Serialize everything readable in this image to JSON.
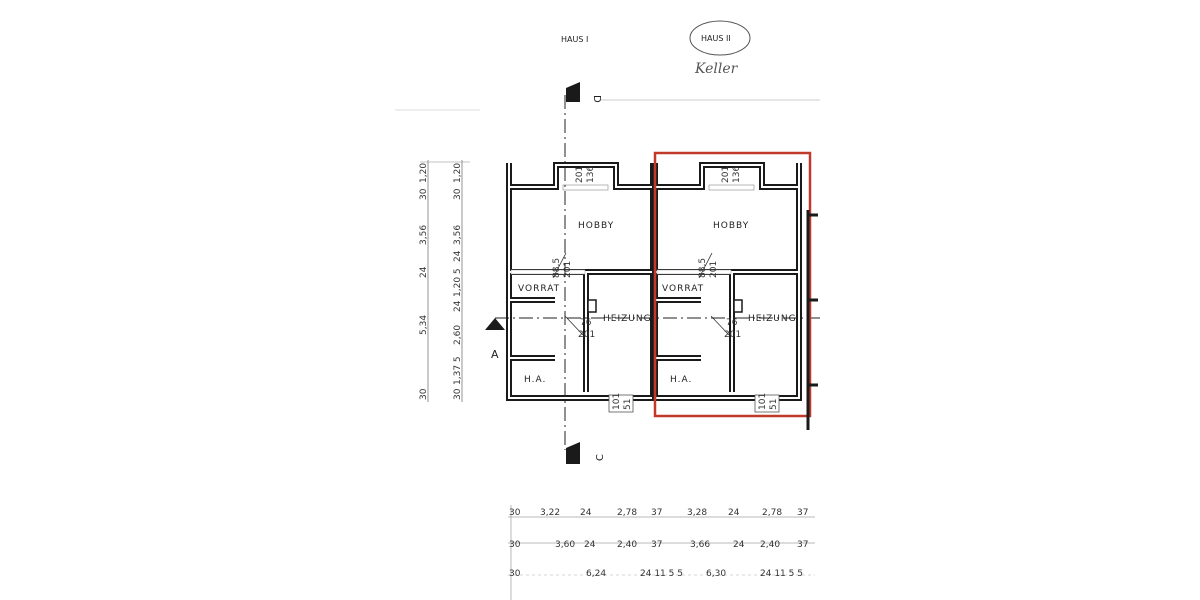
{
  "header": {
    "haus1": "HAUS I",
    "haus2": "HAUS II",
    "handwritten_note": "Keller"
  },
  "section_markers": {
    "top": "D",
    "left": "A",
    "bottom": "C"
  },
  "rooms": {
    "hobby": "HOBBY",
    "vorrat": "VORRAT",
    "heizung": "HEIZUNG",
    "ha": "H.A."
  },
  "window_labels": {
    "top_a": "201",
    "top_b": "136",
    "bottom_a": "101",
    "bottom_b": "51"
  },
  "door_labels": {
    "hobby_a": "88,5",
    "hobby_b": "201",
    "heizung_a": "76",
    "heizung_b": "201"
  },
  "left_dims": {
    "col1": [
      "30",
      "1,20",
      "3,56",
      "24",
      "5,34",
      "30"
    ],
    "col2": [
      "30",
      "1,20",
      "3,56",
      "24",
      "1,20 5",
      "24",
      "2,60",
      "1,37 5",
      "30"
    ]
  },
  "bottom_dims": {
    "row1": [
      "30",
      "3,22",
      "24",
      "2,78",
      "37",
      "3,28",
      "24",
      "2,78",
      "37"
    ],
    "row2": [
      "30",
      "3,60",
      "24",
      "2,40",
      "37",
      "3,66",
      "24",
      "2,40",
      "37"
    ],
    "row3": [
      "30",
      "6,24",
      "24 11 5 5",
      "6,30",
      "24 11 5 5"
    ]
  },
  "colors": {
    "ink": "#1a1a1a",
    "highlight": "#c0392b",
    "paper": "#ffffff"
  }
}
